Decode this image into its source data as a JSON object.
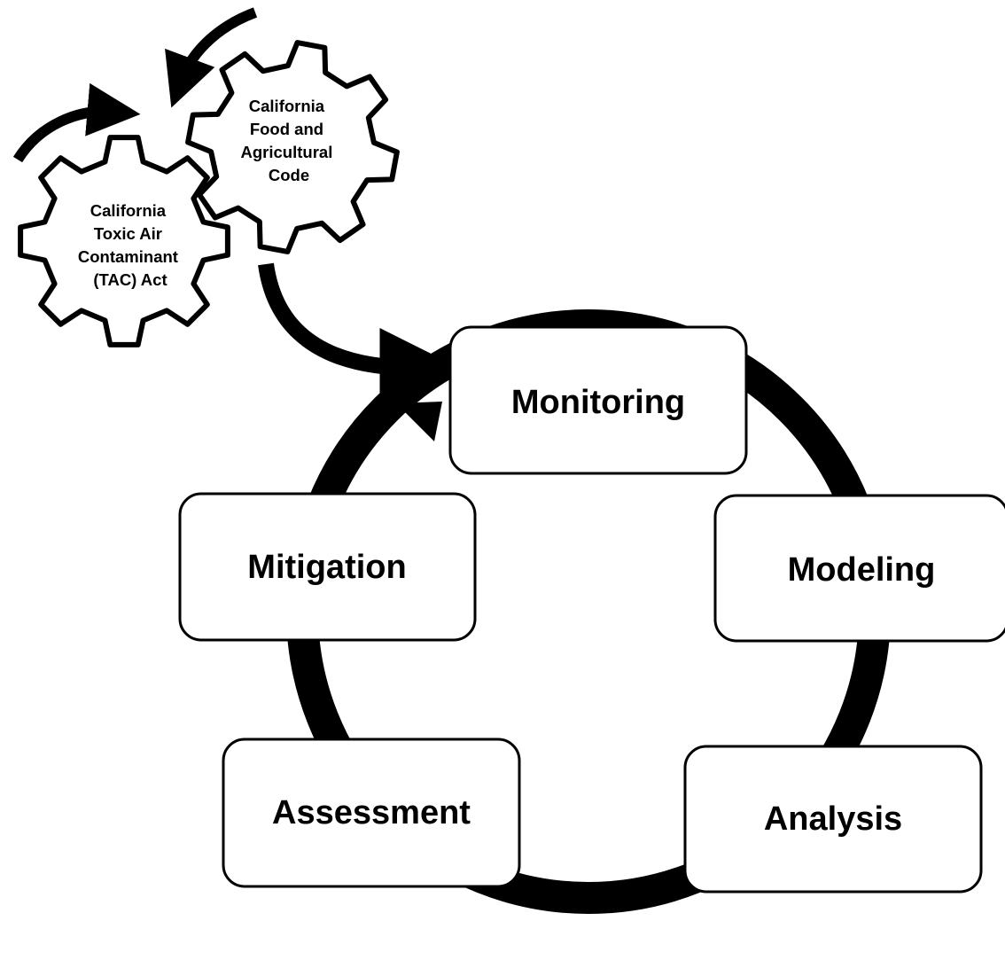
{
  "gears": [
    {
      "id": "tac-act",
      "lines": [
        "California",
        "Toxic Air",
        "Contaminant",
        "(TAC) Act"
      ]
    },
    {
      "id": "food-ag-code",
      "lines": [
        "California",
        "Food and",
        "Agricultural",
        "Code"
      ]
    }
  ],
  "stages": [
    {
      "id": "monitoring",
      "label": "Monitoring"
    },
    {
      "id": "modeling",
      "label": "Modeling"
    },
    {
      "id": "analysis",
      "label": "Analysis"
    },
    {
      "id": "assessment",
      "label": "Assessment"
    },
    {
      "id": "mitigation",
      "label": "Mitigation"
    }
  ],
  "colors": {
    "stroke": "#000000",
    "fill": "#ffffff"
  }
}
